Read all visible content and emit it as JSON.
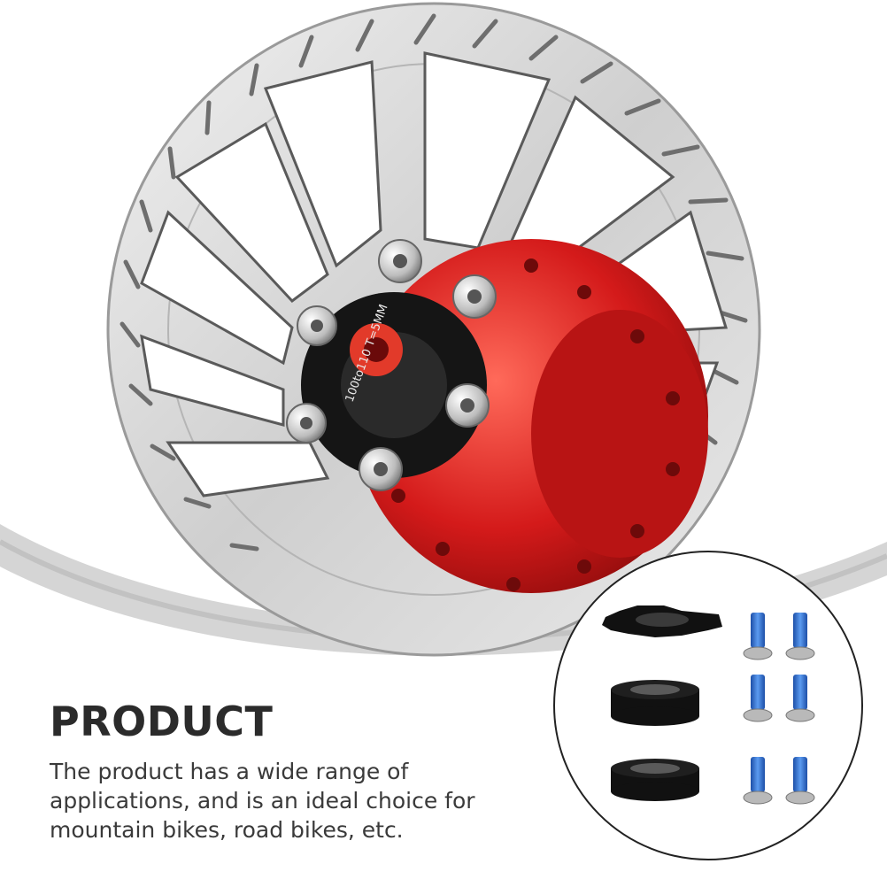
{
  "product": {
    "heading": "PRODUCT",
    "description": "The product has a wide range of applications, and is an ideal choice for mountain bikes, road bikes, etc."
  },
  "hub": {
    "adapter_text": "100to110 T=5MM"
  },
  "colors": {
    "rotor": "#d9d9d9",
    "hub": "#d41a1a",
    "adapter": "#151515",
    "bolt_thread": "#2f6fd6",
    "inset_border": "#222222"
  }
}
